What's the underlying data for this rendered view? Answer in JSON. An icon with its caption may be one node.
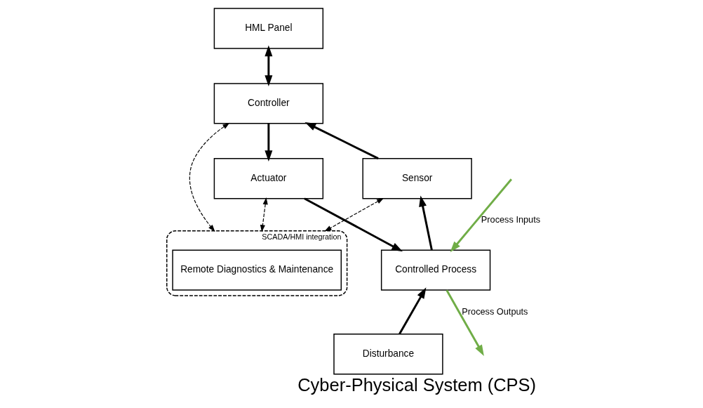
{
  "diagram": {
    "title": "Cyber-Physical System (CPS)",
    "nodes": [
      {
        "text": [
          "HML Panel"
        ]
      },
      {
        "text": [
          "Controller"
        ]
      },
      {
        "text": [
          "SCADA/HMI integration"
        ]
      },
      {
        "text": [
          "Remote Diagnostics & Maintenance"
        ],
        "in": 2
      },
      {
        "text": [
          "Actuator"
        ]
      },
      {
        "text": [
          "Sensor"
        ]
      },
      {
        "text": [
          "Controlled Process"
        ]
      },
      {
        "text": [
          "Disturbance"
        ]
      }
    ],
    "edges": [
      {
        "from": 0,
        "to": 1,
        "arrow": "both"
      },
      {
        "from": 1,
        "to": 2,
        "arrow": "both",
        "style": "dashed"
      },
      {
        "from": 1,
        "to": 4,
        "arrow": "to"
      },
      {
        "from": 5,
        "to": 1,
        "arrow": "to"
      },
      {
        "from": 4,
        "to": 2,
        "arrow": "both",
        "style": "dashed"
      },
      {
        "from": 5,
        "to": 2,
        "arrow": "both",
        "style": "dashed"
      },
      {
        "from": 4,
        "to": 6,
        "arrow": "to"
      },
      {
        "from": 6,
        "to": 5,
        "arrow": "to"
      },
      {
        "from": 7,
        "to": 6,
        "arrow": "to"
      },
      {
        "from": null,
        "to": 6,
        "arrow": "to",
        "label": "Process Inputs",
        "color": "#70ad47"
      },
      {
        "from": 6,
        "to": null,
        "arrow": "to",
        "label": "Process Outputs",
        "color": "#70ad47"
      }
    ]
  }
}
